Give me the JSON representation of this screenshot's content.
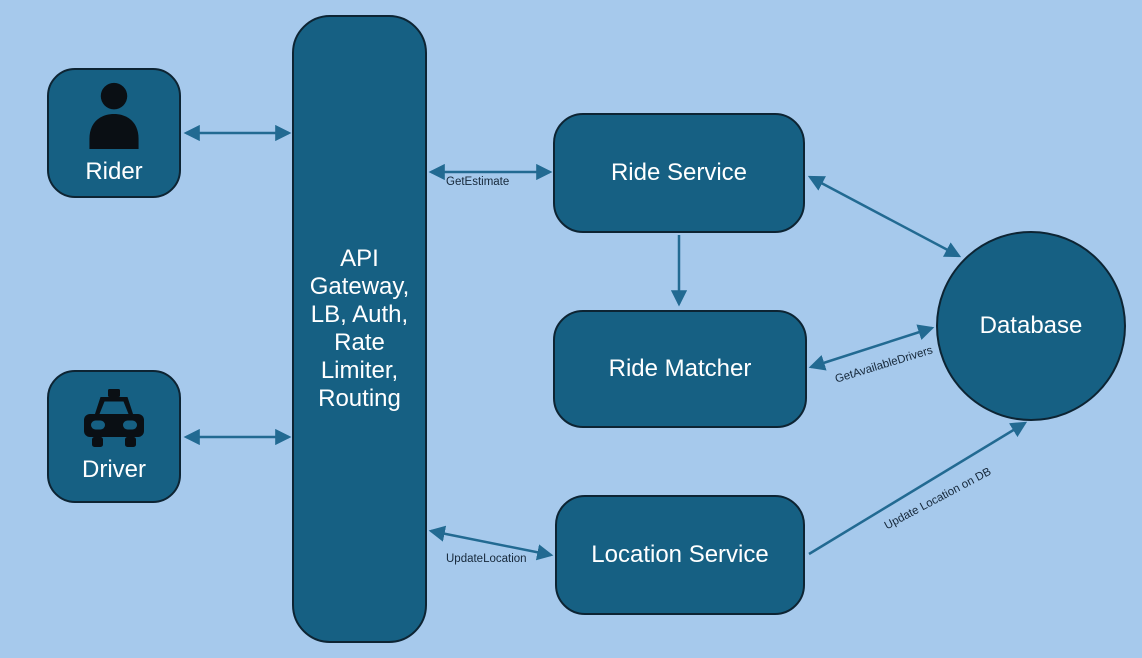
{
  "colors": {
    "background": "#a6c9ec",
    "node_fill": "#166083",
    "node_border": "#0d2433",
    "arrow": "#226a92",
    "node_text": "#ffffff",
    "edge_label_text": "#16283a"
  },
  "nodes": {
    "rider": {
      "label": "Rider",
      "icon": "person-icon"
    },
    "driver": {
      "label": "Driver",
      "icon": "taxi-icon"
    },
    "api_gateway": {
      "label": "API\nGateway,\nLB, Auth,\nRate\nLimiter,\nRouting"
    },
    "ride_service": {
      "label": "Ride Service"
    },
    "ride_matcher": {
      "label": "Ride Matcher"
    },
    "location_service": {
      "label": "Location Service"
    },
    "database": {
      "label": "Database"
    }
  },
  "edge_labels": {
    "get_estimate": "GetEstimate",
    "get_available_drivers": "GetAvailableDrivers",
    "update_location": "UpdateLocation",
    "update_location_on_db": "Update Location on DB"
  }
}
